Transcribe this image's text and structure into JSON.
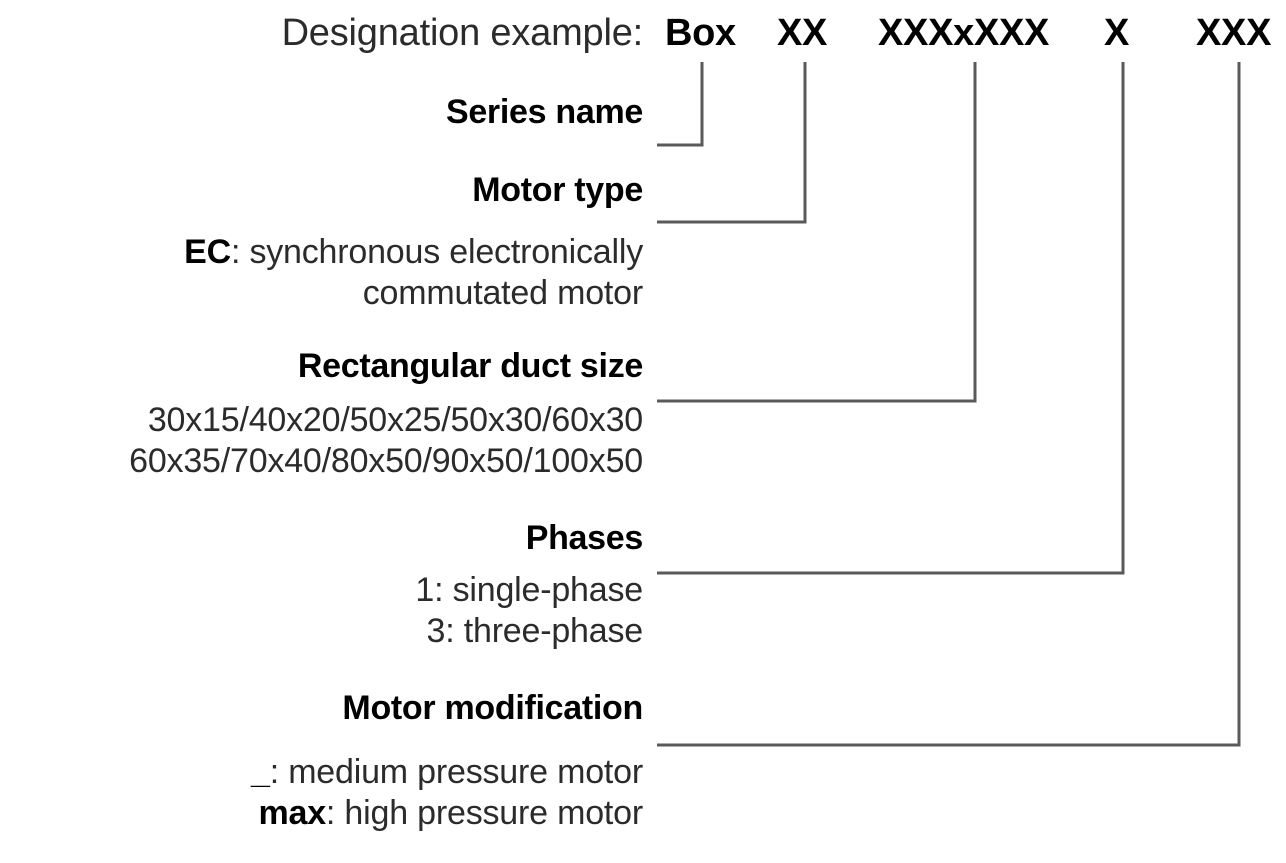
{
  "header": {
    "label": "Designation example:",
    "segments": [
      {
        "name": "series",
        "code": "Box"
      },
      {
        "name": "motor-type",
        "code": "XX"
      },
      {
        "name": "duct-size",
        "code": "XXXxXXX"
      },
      {
        "name": "phases",
        "code": "X"
      },
      {
        "name": "motor-modification",
        "code": "XXX"
      }
    ]
  },
  "sections": {
    "series": {
      "heading": "Series name"
    },
    "motor_type": {
      "heading": "Motor type",
      "key": "EC",
      "sep": ": ",
      "value_line1": "synchronous electronically",
      "value_line2": "commutated motor"
    },
    "duct_size": {
      "heading": "Rectangular duct size",
      "line1": "30x15/40x20/50x25/50x30/60x30",
      "line2": "60x35/70x40/80x50/90x50/100x50"
    },
    "phases": {
      "heading": "Phases",
      "line1": "1: single-phase",
      "line2": "3: three-phase"
    },
    "motor_modification": {
      "heading": "Motor modification",
      "key1": "_",
      "sep1": ": ",
      "value1": "medium pressure motor",
      "key2": "max",
      "sep2": ": ",
      "value2": "high pressure motor"
    }
  },
  "colors": {
    "text_dark": "#000000",
    "text_body": "#2b2b2b",
    "line": "#5a5a5a",
    "background": "#ffffff"
  }
}
